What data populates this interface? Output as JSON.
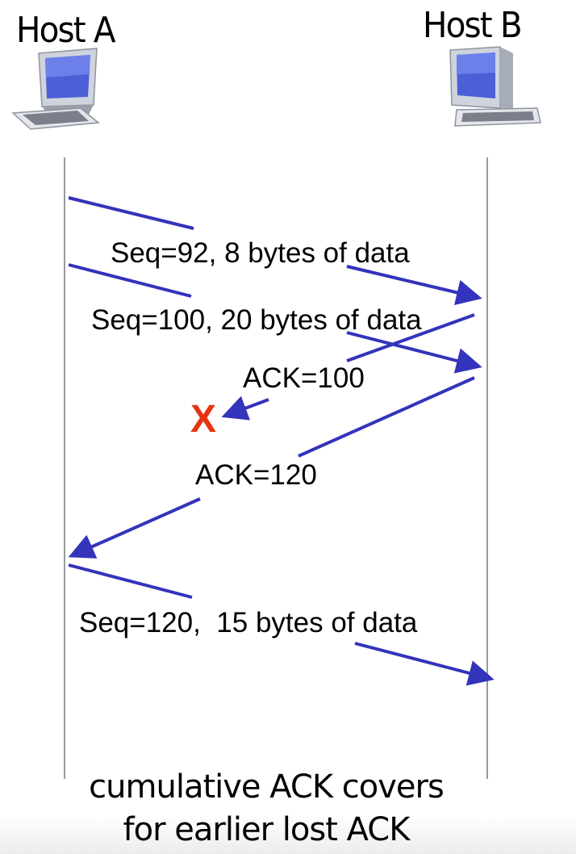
{
  "hosts": {
    "a_label": "Host A",
    "b_label": "Host B"
  },
  "messages": {
    "seq92": "Seq=92, 8 bytes of data",
    "seq100": "Seq=100, 20 bytes of data",
    "ack100": "ACK=100",
    "ack120": "ACK=120",
    "seq120": "Seq=120,  15 bytes of data"
  },
  "loss_marker": "X",
  "caption": {
    "line1": "cumulative ACK covers",
    "line2": "for earlier lost ACK"
  },
  "colors": {
    "arrow": "#3333bb",
    "loss": "#e63312",
    "timeline": "#9a9a9a"
  }
}
